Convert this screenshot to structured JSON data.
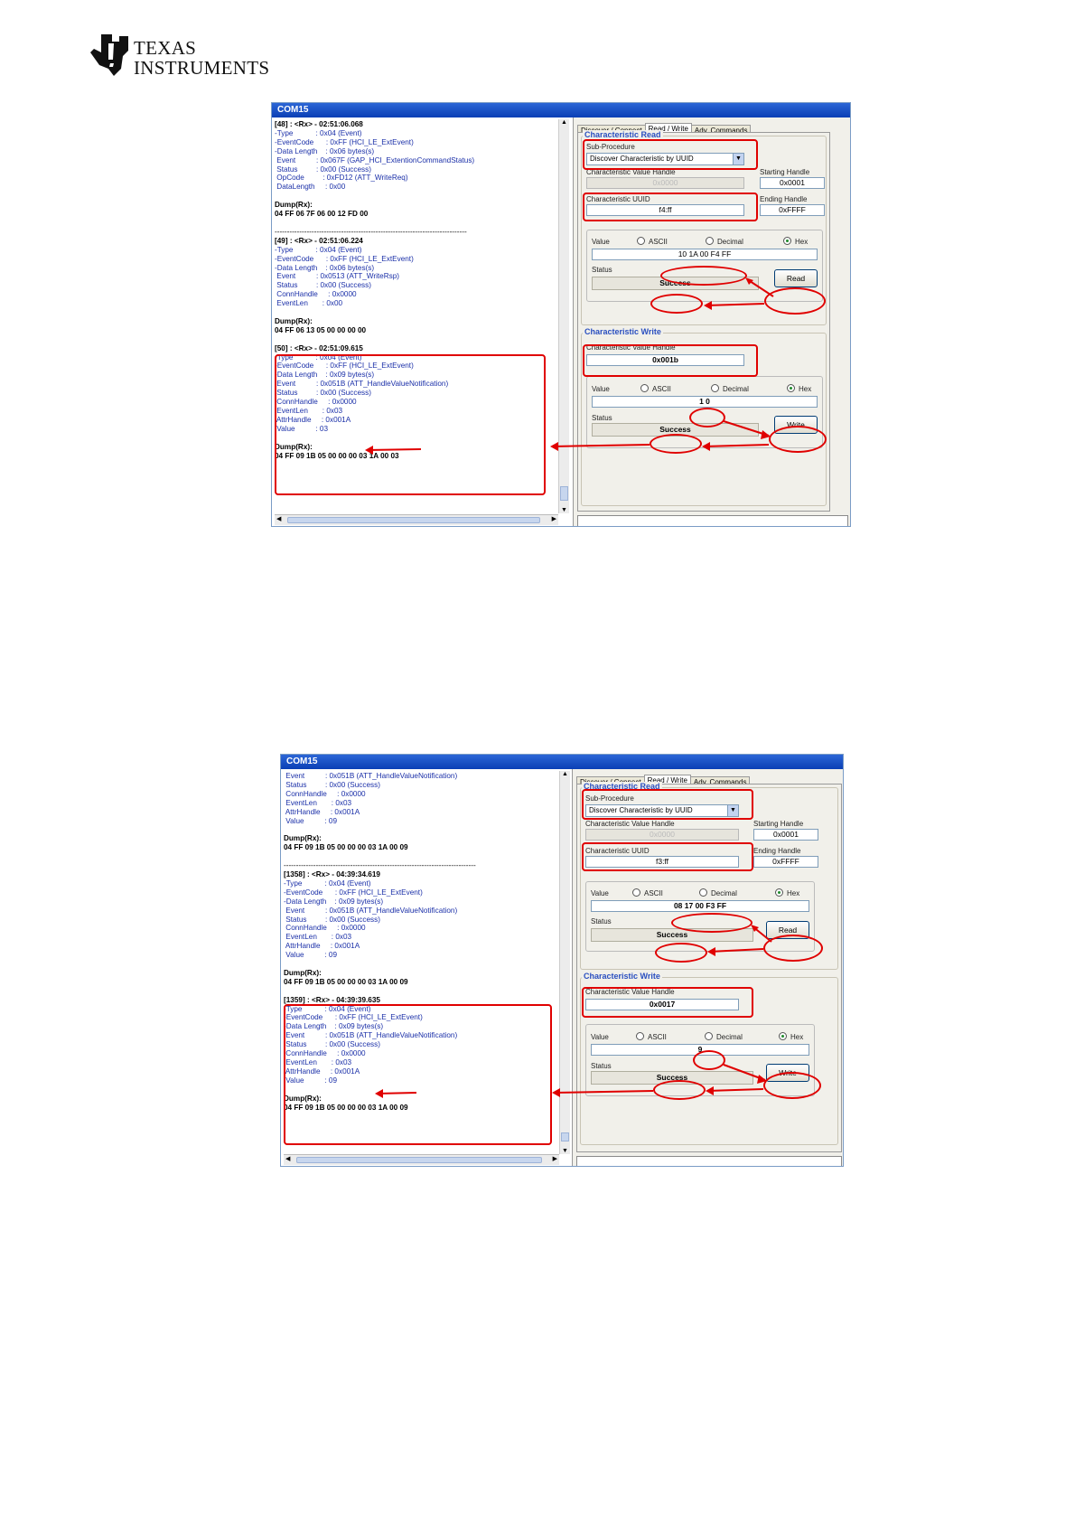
{
  "header": {
    "company_line1": "Texas",
    "company_line2": "Instruments"
  },
  "shots": [
    {
      "window_title": "COM15",
      "tabs": [
        "Discover / Connect",
        "Read / Write",
        "Adv. Commands"
      ],
      "log_lines": [
        "[48] : <Rx> - 02:51:06.068",
        "-Type           : 0x04 (Event)",
        "-EventCode      : 0xFF (HCI_LE_ExtEvent)",
        "-Data Length    : 0x06 bytes(s)",
        " Event          : 0x067F (GAP_HCI_ExtentionCommandStatus)",
        " Status         : 0x00 (Success)",
        " OpCode         : 0xFD12 (ATT_WriteReq)",
        " DataLength     : 0x00",
        "",
        "Dump(Rx):",
        "04 FF 06 7F 06 00 12 FD 00",
        "",
        "------------------------------------------------------------------------------",
        "[49] : <Rx> - 02:51:06.224",
        "-Type           : 0x04 (Event)",
        "-EventCode      : 0xFF (HCI_LE_ExtEvent)",
        "-Data Length    : 0x06 bytes(s)",
        " Event          : 0x0513 (ATT_WriteRsp)",
        " Status         : 0x00 (Success)",
        " ConnHandle     : 0x0000",
        " EventLen       : 0x00",
        "",
        "Dump(Rx):",
        "04 FF 06 13 05 00 00 00 00",
        "",
        "[50] : <Rx> - 02:51:09.615",
        "-Type           : 0x04 (Event)",
        "-EventCode      : 0xFF (HCI_LE_ExtEvent)",
        "-Data Length    : 0x09 bytes(s)",
        " Event          : 0x051B (ATT_HandleValueNotification)",
        " Status         : 0x00 (Success)",
        " ConnHandle     : 0x0000",
        " EventLen       : 0x03",
        " AttrHandle     : 0x001A",
        " Value          : 03",
        "",
        "Dump(Rx):",
        "04 FF 09 1B 05 00 00 00 03 1A 00 03"
      ],
      "read": {
        "section": "Characteristic Read",
        "sub_procedure_label": "Sub-Procedure",
        "sub_procedure_value": "Discover Characteristic by UUID",
        "value_handle_label": "Characteristic Value Handle",
        "value_handle_value": "0x0000",
        "uuid_label": "Characteristic UUID",
        "uuid_value": "f4:ff",
        "start_label": "Starting Handle",
        "start_value": "0x0001",
        "end_label": "Ending Handle",
        "end_value": "0xFFFF",
        "value_label": "Value",
        "radio_ascii": "ASCII",
        "radio_decimal": "Decimal",
        "radio_hex": "Hex",
        "value": "10 1A 00 F4 FF",
        "status_label": "Status",
        "status": "Success",
        "button": "Read"
      },
      "write": {
        "section": "Characteristic Write",
        "handle_label": "Characteristic Value Handle",
        "handle_value": "0x001b",
        "value_label": "Value",
        "radio_ascii": "ASCII",
        "radio_decimal": "Decimal",
        "radio_hex": "Hex",
        "value": "1 0",
        "status_label": "Status",
        "status": "Success",
        "button": "Write"
      }
    },
    {
      "window_title": "COM15",
      "tabs": [
        "Discover / Connect",
        "Read / Write",
        "Adv. Commands"
      ],
      "log_lines": [
        " Event          : 0x051B (ATT_HandleValueNotification)",
        " Status         : 0x00 (Success)",
        " ConnHandle     : 0x0000",
        " EventLen       : 0x03",
        " AttrHandle     : 0x001A",
        " Value          : 09",
        "",
        "Dump(Rx):",
        "04 FF 09 1B 05 00 00 00 03 1A 00 09",
        "",
        "------------------------------------------------------------------------------",
        "[1358] : <Rx> - 04:39:34.619",
        "-Type           : 0x04 (Event)",
        "-EventCode      : 0xFF (HCI_LE_ExtEvent)",
        "-Data Length    : 0x09 bytes(s)",
        " Event          : 0x051B (ATT_HandleValueNotification)",
        " Status         : 0x00 (Success)",
        " ConnHandle     : 0x0000",
        " EventLen       : 0x03",
        " AttrHandle     : 0x001A",
        " Value          : 09",
        "",
        "Dump(Rx):",
        "04 FF 09 1B 05 00 00 00 03 1A 00 09",
        "",
        "[1359] : <Rx> - 04:39:39.635",
        "-Type           : 0x04 (Event)",
        "-EventCode      : 0xFF (HCI_LE_ExtEvent)",
        "-Data Length    : 0x09 bytes(s)",
        " Event          : 0x051B (ATT_HandleValueNotification)",
        " Status         : 0x00 (Success)",
        " ConnHandle     : 0x0000",
        " EventLen       : 0x03",
        " AttrHandle     : 0x001A",
        " Value          : 09",
        "",
        "Dump(Rx):",
        "04 FF 09 1B 05 00 00 00 03 1A 00 09"
      ],
      "read": {
        "section": "Characteristic Read",
        "sub_procedure_label": "Sub-Procedure",
        "sub_procedure_value": "Discover Characteristic by UUID",
        "value_handle_label": "Characteristic Value Handle",
        "value_handle_value": "0x0000",
        "uuid_label": "Characteristic UUID",
        "uuid_value": "f3:ff",
        "start_label": "Starting Handle",
        "start_value": "0x0001",
        "end_label": "Ending Handle",
        "end_value": "0xFFFF",
        "value_label": "Value",
        "radio_ascii": "ASCII",
        "radio_decimal": "Decimal",
        "radio_hex": "Hex",
        "value": "08 17 00 F3 FF",
        "status_label": "Status",
        "status": "Success",
        "button": "Read"
      },
      "write": {
        "section": "Characteristic Write",
        "handle_label": "Characteristic Value Handle",
        "handle_value": "0x0017",
        "value_label": "Value",
        "radio_ascii": "ASCII",
        "radio_decimal": "Decimal",
        "radio_hex": "Hex",
        "value": "9",
        "status_label": "Status",
        "status": "Success",
        "button": "Write"
      }
    }
  ]
}
